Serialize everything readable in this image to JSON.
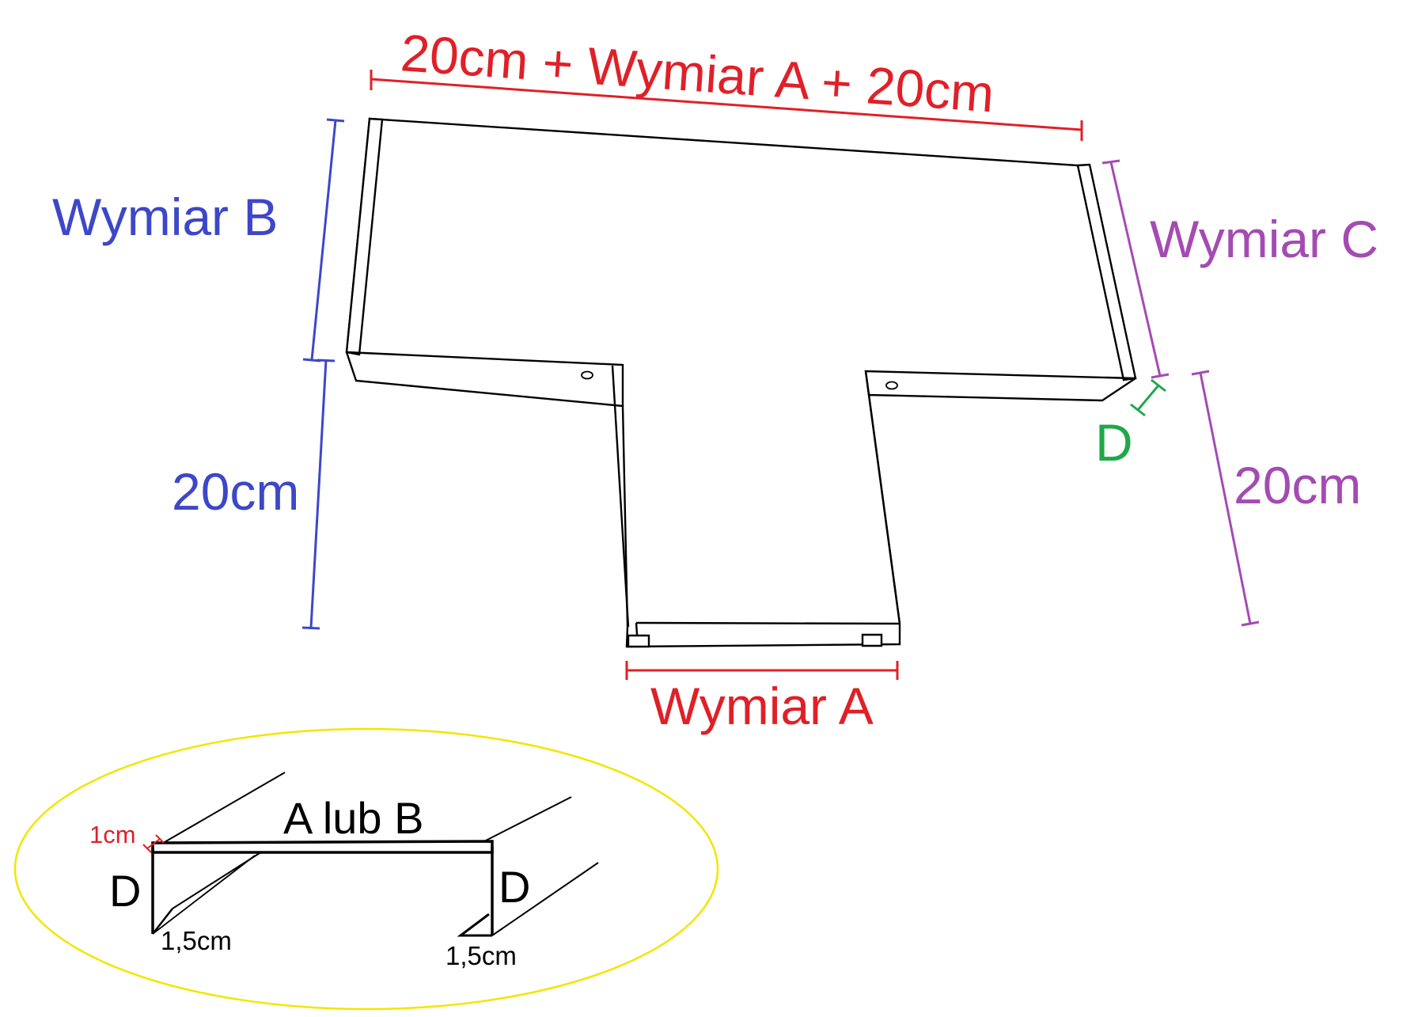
{
  "colors": {
    "red": "#e02027",
    "blue": "#3d47c9",
    "purple": "#a44bb3",
    "green": "#1fa84a",
    "yellow": "#f2e600",
    "black": "#000000"
  },
  "labels": {
    "top_total": "20cm + Wymiar A + 20cm",
    "wymiar_b": "Wymiar B",
    "left_20cm": "20cm",
    "wymiar_c": "Wymiar C",
    "right_20cm": "20cm",
    "d_green": "D",
    "wymiar_a": "Wymiar A"
  },
  "detail": {
    "title": "A lub B",
    "flange_1cm": "1cm",
    "d_left": "D",
    "d_right": "D",
    "lip_left": "1,5cm",
    "lip_right": "1,5cm"
  }
}
